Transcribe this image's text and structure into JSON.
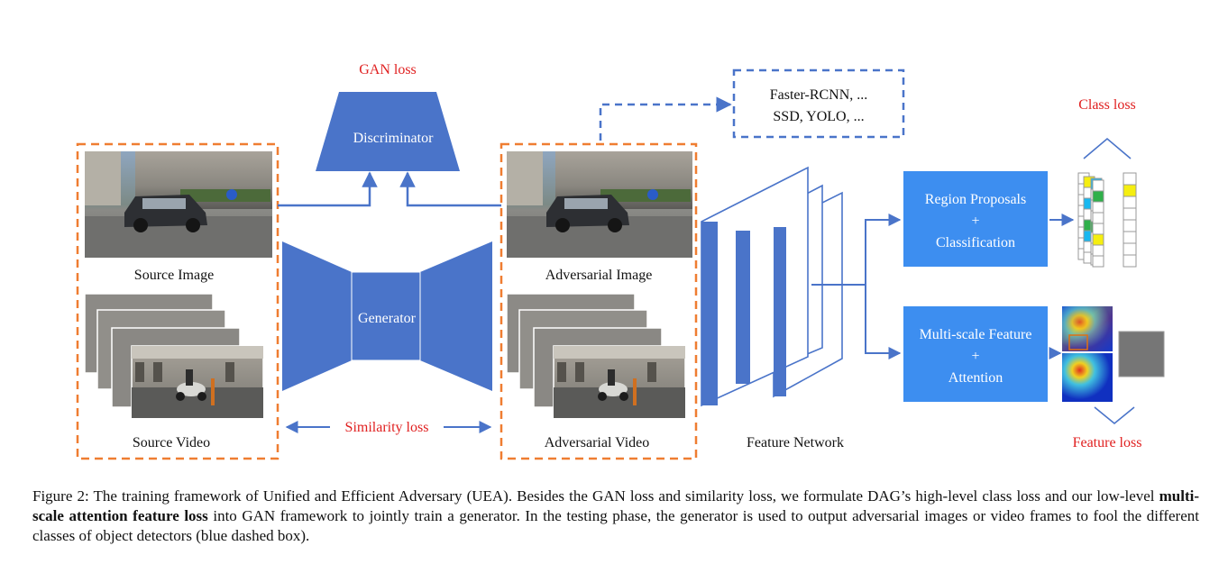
{
  "diagram": {
    "gan_loss": "GAN loss",
    "discriminator": "Discriminator",
    "detectors_line1": "Faster-RCNN, ...",
    "detectors_line2": "SSD, YOLO, ...",
    "class_loss": "Class loss",
    "source_image": "Source Image",
    "source_video": "Source Video",
    "generator": "Generator",
    "similarity_loss": "Similarity loss",
    "adversarial_image": "Adversarial Image",
    "adversarial_video": "Adversarial Video",
    "feature_network": "Feature Network",
    "region_proposals_line1": "Region Proposals",
    "region_proposals_line2": "+",
    "region_proposals_line3": "Classification",
    "multiscale_line1": "Multi-scale Feature",
    "multiscale_line2": "+",
    "multiscale_line3": "Attention",
    "feature_loss": "Feature loss"
  },
  "caption": {
    "part1": "Figure 2: The training framework of Unified and Efficient Adversary (UEA). Besides the GAN loss and similarity loss, we formulate DAG’s high-level class loss and our low-level ",
    "bold": "multi-scale attention feature loss",
    "part2": " into GAN framework to jointly train a generator. In the testing phase, the generator is used to output adversarial images or video frames to fool the different classes of object detectors (blue dashed box)."
  },
  "colors": {
    "block_blue": "#4a74c9",
    "box_blue": "#3d8ef0",
    "orange_dash": "#ef7d31",
    "loss_red": "#e02020",
    "cell_yellow": "#f5ee10",
    "cell_green": "#2fb04a",
    "cell_cyan": "#18b8f0"
  }
}
